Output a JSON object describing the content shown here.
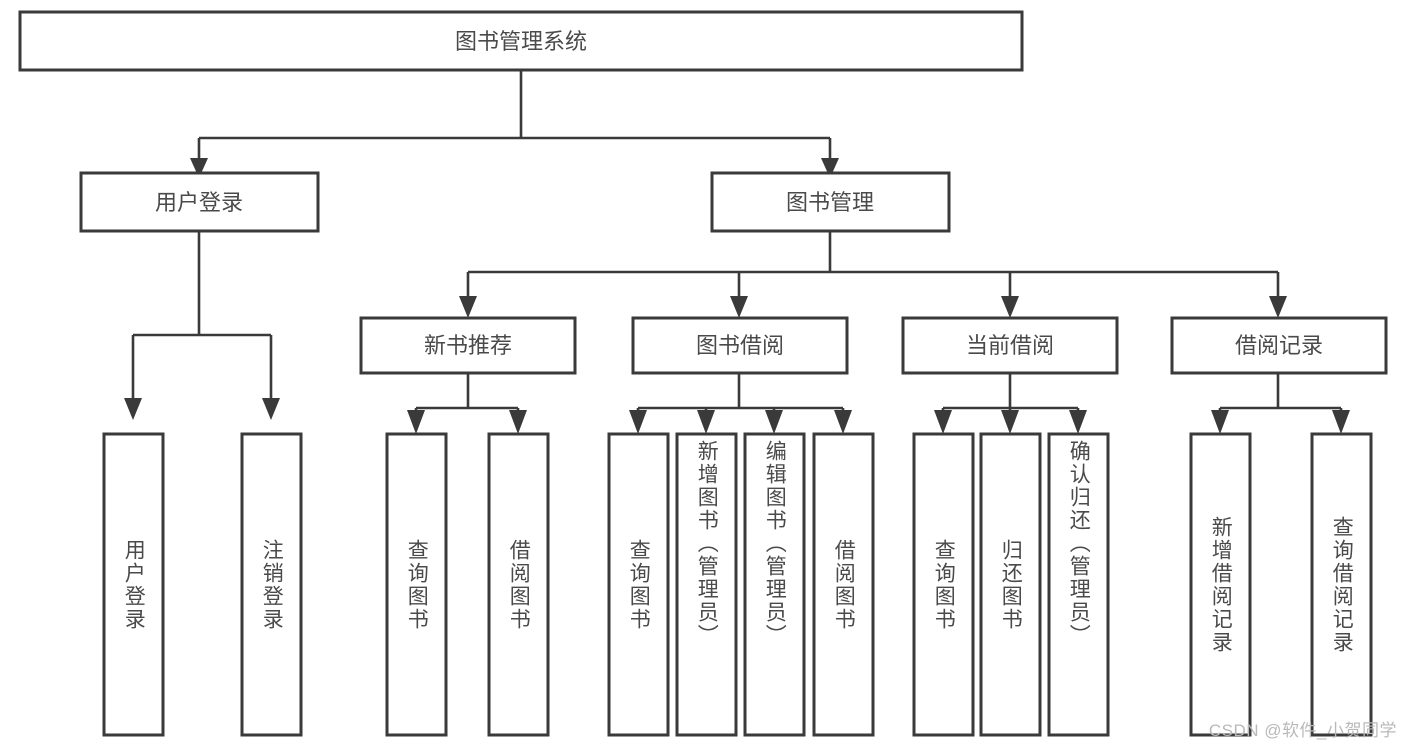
{
  "diagram": {
    "type": "tree-hierarchy",
    "title": "图书管理系统",
    "orientation": "top-down",
    "colors": {
      "box_stroke": "#3a3a3a",
      "box_fill": "#ffffff",
      "text": "#4a4a4a",
      "connector": "#3a3a3a",
      "watermark": "#b9b9b9",
      "background": "#ffffff"
    },
    "root": {
      "label": "图书管理系统"
    },
    "level2": [
      {
        "id": "user-login",
        "label": "用户登录"
      },
      {
        "id": "book-management",
        "label": "图书管理"
      }
    ],
    "level3": [
      {
        "id": "new-book-recommend",
        "label": "新书推荐",
        "parent": "book-management"
      },
      {
        "id": "book-borrow",
        "label": "图书借阅",
        "parent": "book-management"
      },
      {
        "id": "current-borrow",
        "label": "当前借阅",
        "parent": "book-management"
      },
      {
        "id": "borrow-record",
        "label": "借阅记录",
        "parent": "book-management"
      }
    ],
    "leaves": {
      "user-login": [
        {
          "id": "leaf-user-login",
          "label": "用户登录"
        },
        {
          "id": "leaf-logout-login",
          "label": "注销登录"
        }
      ],
      "new-book-recommend": [
        {
          "id": "leaf-query-book-1",
          "label": "查询图书"
        },
        {
          "id": "leaf-borrow-book-1",
          "label": "借阅图书"
        }
      ],
      "book-borrow": [
        {
          "id": "leaf-query-book-2",
          "label": "查询图书"
        },
        {
          "id": "leaf-add-book",
          "label": "新增图书（管理员）"
        },
        {
          "id": "leaf-edit-book",
          "label": "编辑图书（管理员）"
        },
        {
          "id": "leaf-borrow-book-2",
          "label": "借阅图书"
        }
      ],
      "current-borrow": [
        {
          "id": "leaf-query-book-3",
          "label": "查询图书"
        },
        {
          "id": "leaf-return-book",
          "label": "归还图书"
        },
        {
          "id": "leaf-confirm-return",
          "label": "确认归还（管理员）"
        }
      ],
      "borrow-record": [
        {
          "id": "leaf-add-record",
          "label": "新增借阅记录"
        },
        {
          "id": "leaf-query-record",
          "label": "查询借阅记录"
        }
      ]
    },
    "watermark": "CSDN @软件_小贺同学"
  }
}
